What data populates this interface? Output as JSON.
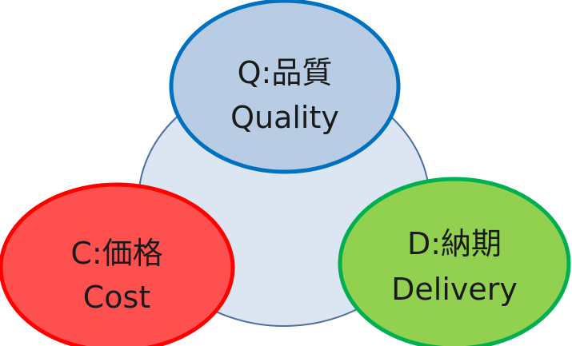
{
  "diagram": {
    "title": "",
    "colors": {
      "background": "#ffffff",
      "center_fill": "#dce6f2",
      "center_stroke": "#4f6fa0",
      "quality_fill": "#b8cce4",
      "quality_stroke": "#0070c0",
      "cost_fill": "#ff5050",
      "cost_stroke": "#ff0000",
      "delivery_fill": "#92d050",
      "delivery_stroke": "#00b050"
    },
    "nodes": {
      "quality": {
        "line1": "Q:品質",
        "line2": "Quality"
      },
      "cost": {
        "line1": "C:価格",
        "line2": "Cost"
      },
      "delivery": {
        "line1": "D:納期",
        "line2": "Delivery"
      }
    }
  }
}
